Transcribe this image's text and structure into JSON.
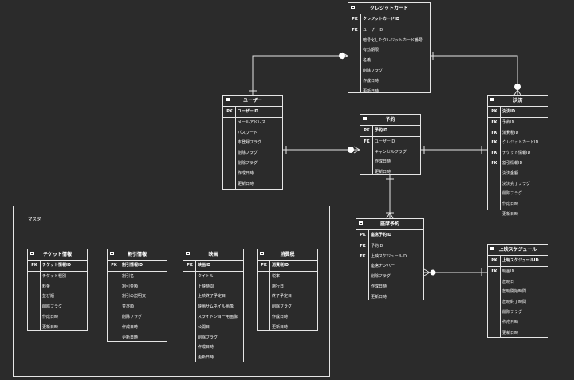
{
  "master_group": {
    "label": "マスタ"
  },
  "entities": {
    "credit_card": {
      "title": "クレジットカード",
      "rows": [
        {
          "key": "PK",
          "name": "クレジットカードID"
        },
        {
          "key": "FK",
          "name": "ユーザーID"
        },
        {
          "key": "",
          "name": "暗号化したクレジットカード番号"
        },
        {
          "key": "",
          "name": "有効期限"
        },
        {
          "key": "",
          "name": "名義"
        },
        {
          "key": "",
          "name": "削除フラグ"
        },
        {
          "key": "",
          "name": "作成日時"
        },
        {
          "key": "",
          "name": "更新日時"
        }
      ]
    },
    "user": {
      "title": "ユーザー",
      "rows": [
        {
          "key": "PK",
          "name": "ユーザーID"
        },
        {
          "key": "",
          "name": "メールアドレス"
        },
        {
          "key": "",
          "name": "パスワード"
        },
        {
          "key": "",
          "name": "本登録フラグ"
        },
        {
          "key": "",
          "name": "削除フラグ"
        },
        {
          "key": "",
          "name": "削除フラグ"
        },
        {
          "key": "",
          "name": "作成日時"
        },
        {
          "key": "",
          "name": "更新日時"
        }
      ]
    },
    "reservation": {
      "title": "予約",
      "rows": [
        {
          "key": "PK",
          "name": "予約ID"
        },
        {
          "key": "FK",
          "name": "ユーザーID"
        },
        {
          "key": "",
          "name": "キャンセルフラグ"
        },
        {
          "key": "",
          "name": "作成日時"
        },
        {
          "key": "",
          "name": "更新日時"
        }
      ]
    },
    "payment": {
      "title": "決済",
      "rows": [
        {
          "key": "PK",
          "name": "決済ID"
        },
        {
          "key": "FK",
          "name": "予約ID"
        },
        {
          "key": "FK",
          "name": "消費税ID"
        },
        {
          "key": "FK",
          "name": "クレジットカードID"
        },
        {
          "key": "FK",
          "name": "チケット情報ID"
        },
        {
          "key": "FK",
          "name": "割引情報ID"
        },
        {
          "key": "",
          "name": "決済金額"
        },
        {
          "key": "",
          "name": "決済完了フラグ"
        },
        {
          "key": "",
          "name": "削除フラグ"
        },
        {
          "key": "",
          "name": "作成日時"
        },
        {
          "key": "",
          "name": "更新日時"
        }
      ]
    },
    "seat_reservation": {
      "title": "座席予約",
      "rows": [
        {
          "key": "PK",
          "name": "座席予約ID"
        },
        {
          "key": "FK",
          "name": "予約ID"
        },
        {
          "key": "FK",
          "name": "上映スケジュールID"
        },
        {
          "key": "",
          "name": "座席ナンバー"
        },
        {
          "key": "",
          "name": "削除フラグ"
        },
        {
          "key": "",
          "name": "作成日時"
        },
        {
          "key": "",
          "name": "更新日時"
        }
      ]
    },
    "schedule": {
      "title": "上映スケジュール",
      "rows": [
        {
          "key": "PK",
          "name": "上映スケジュールID"
        },
        {
          "key": "FK",
          "name": "映画ID"
        },
        {
          "key": "",
          "name": "放映日"
        },
        {
          "key": "",
          "name": "放映開始時間"
        },
        {
          "key": "",
          "name": "放映終了時間"
        },
        {
          "key": "",
          "name": "削除フラグ"
        },
        {
          "key": "",
          "name": "作成日時"
        },
        {
          "key": "",
          "name": "更新日時"
        }
      ]
    },
    "ticket": {
      "title": "チケット情報",
      "rows": [
        {
          "key": "PK",
          "name": "チケット情報ID"
        },
        {
          "key": "",
          "name": "チケット種別"
        },
        {
          "key": "",
          "name": "料金"
        },
        {
          "key": "",
          "name": "並び順"
        },
        {
          "key": "",
          "name": "削除フラグ"
        },
        {
          "key": "",
          "name": "作成日時"
        },
        {
          "key": "",
          "name": "更新日時"
        }
      ]
    },
    "discount": {
      "title": "割引情報",
      "rows": [
        {
          "key": "PK",
          "name": "割引情報ID"
        },
        {
          "key": "",
          "name": "割引名"
        },
        {
          "key": "",
          "name": "割引金額"
        },
        {
          "key": "",
          "name": "割引の説明文"
        },
        {
          "key": "",
          "name": "並び順"
        },
        {
          "key": "",
          "name": "削除フラグ"
        },
        {
          "key": "",
          "name": "作成日時"
        },
        {
          "key": "",
          "name": "更新日時"
        }
      ]
    },
    "movie": {
      "title": "映画",
      "rows": [
        {
          "key": "PK",
          "name": "映画ID"
        },
        {
          "key": "",
          "name": "タイトル"
        },
        {
          "key": "",
          "name": "上映時間"
        },
        {
          "key": "",
          "name": "上映終了予定日"
        },
        {
          "key": "",
          "name": "映画サムネイル画像"
        },
        {
          "key": "",
          "name": "スライドショー用画像"
        },
        {
          "key": "",
          "name": "公開日"
        },
        {
          "key": "",
          "name": "削除フラグ"
        },
        {
          "key": "",
          "name": "作成日時"
        },
        {
          "key": "",
          "name": "更新日時"
        }
      ]
    },
    "tax": {
      "title": "消費税",
      "rows": [
        {
          "key": "PK",
          "name": "消費税ID"
        },
        {
          "key": "",
          "name": "税率"
        },
        {
          "key": "",
          "name": "施行日"
        },
        {
          "key": "",
          "name": "終了予定日"
        },
        {
          "key": "",
          "name": "削除フラグ"
        },
        {
          "key": "",
          "name": "作成日時"
        },
        {
          "key": "",
          "name": "更新日時"
        }
      ]
    }
  }
}
